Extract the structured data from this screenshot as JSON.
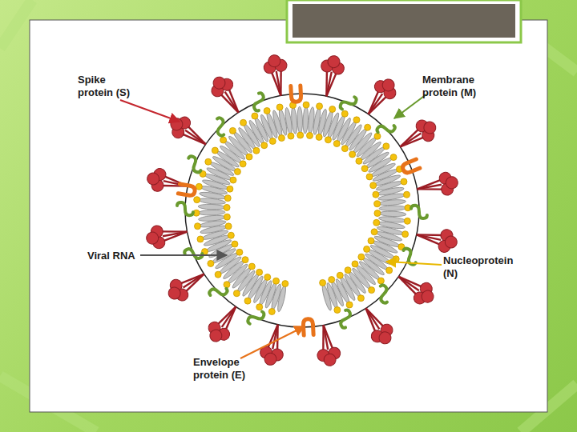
{
  "diagram": {
    "labels": [
      "Spike protein (S)",
      "Membrane protein (M)",
      "Viral RNA",
      "Nucleoprotein (N)",
      "Envelope protein (E)"
    ]
  }
}
